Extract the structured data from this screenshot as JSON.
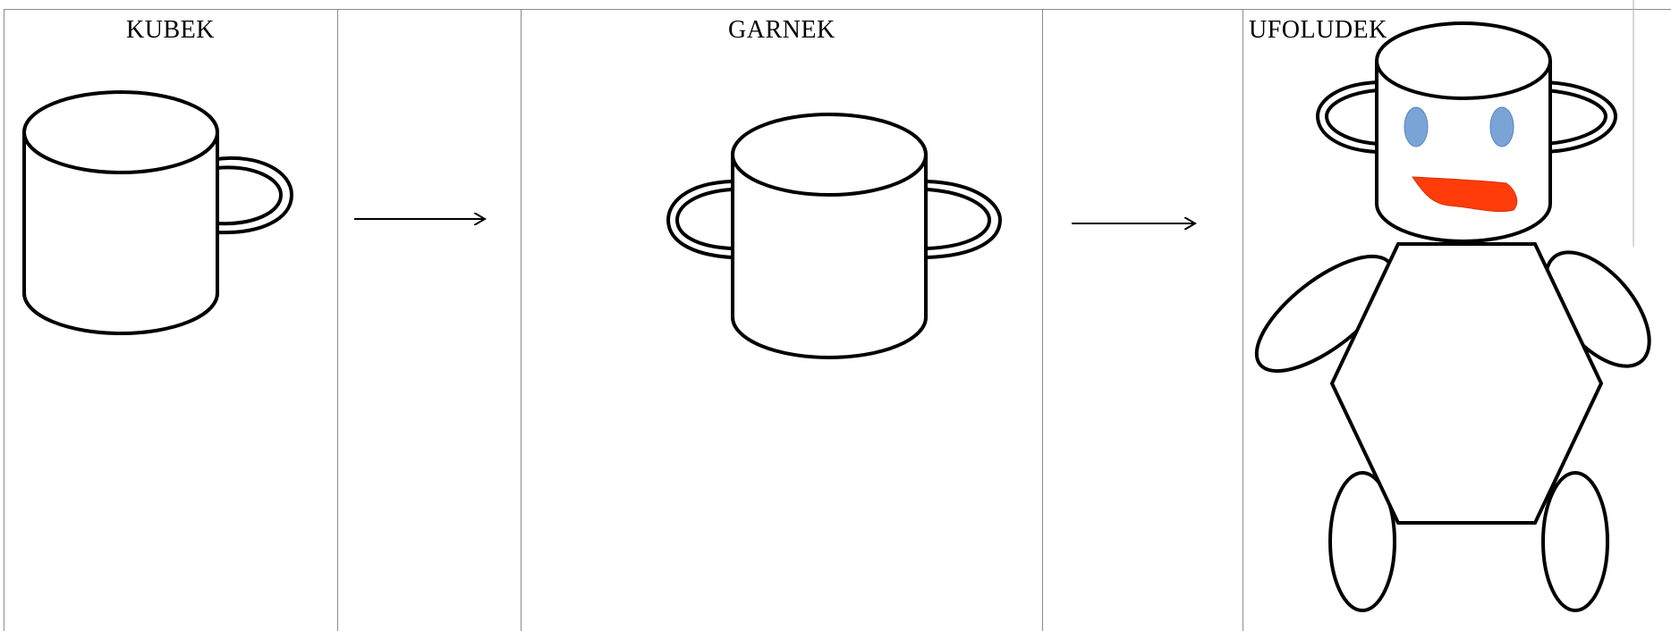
{
  "table": {
    "cells": [
      {
        "title": "KUBEK"
      },
      {
        "title": ""
      },
      {
        "title": "GARNEK"
      },
      {
        "title": ""
      },
      {
        "title": "UFOLUDEK"
      }
    ]
  },
  "colors": {
    "line": "#000000",
    "grid": "#8c8c8c",
    "eye": "#7aa4d6",
    "mouth": "#ff3c0a"
  }
}
